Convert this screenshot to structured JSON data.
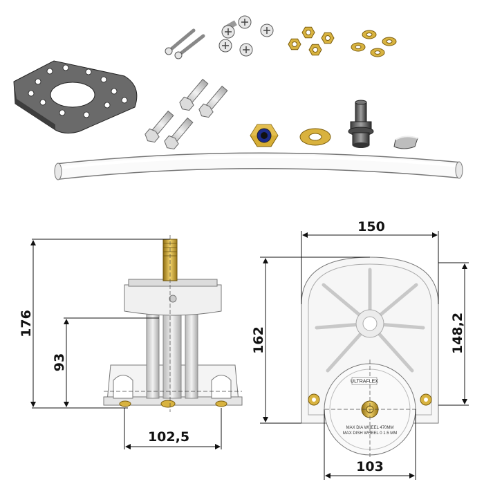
{
  "dimensions": {
    "side_height_total": "176",
    "side_height_mount": "93",
    "side_base_width": "102,5",
    "front_width": "150",
    "front_height_total": "162",
    "front_height_right": "148,2",
    "front_hub_width": "103"
  },
  "helm_plate": {
    "brand": "ULTRAFLEX",
    "notes": [
      "MAX DIA WHEEL 470MM",
      "MAX DISH WHEEL 0 1.5 MM"
    ]
  },
  "colors": {
    "brass": "#c9a43a",
    "plate_dark": "#5a5a5a",
    "line": "#111111",
    "part_grey": "#d7d7d7"
  },
  "icons": [
    "bolt-icon",
    "screw-icon",
    "nut-icon",
    "washer-icon",
    "shaft-icon",
    "key-icon",
    "tube-icon"
  ]
}
